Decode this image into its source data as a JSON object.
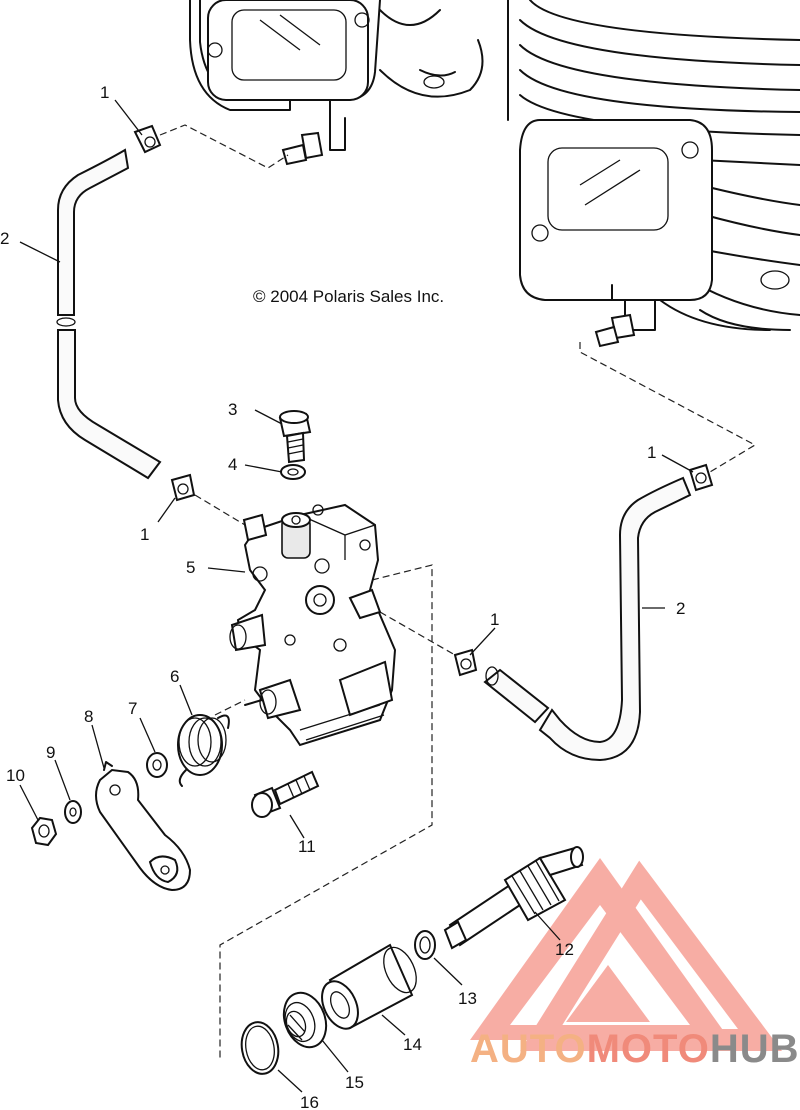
{
  "copyright": "© 2004 Polaris Sales Inc.",
  "watermark": {
    "part1": "AUTO",
    "part2": "MOTO",
    "part3": "HUB",
    "colors": {
      "auto": "#f4b183",
      "moto": "#f08a7a",
      "hub": "#8a8a8a",
      "logo": "#f26b5b"
    }
  },
  "callouts": {
    "c1a": "1",
    "c1b": "1",
    "c1c": "1",
    "c1d": "1",
    "c2a": "2",
    "c2b": "2",
    "c3": "3",
    "c4": "4",
    "c5": "5",
    "c6": "6",
    "c7": "7",
    "c8": "8",
    "c9": "9",
    "c10": "10",
    "c11": "11",
    "c12": "12",
    "c13": "13",
    "c14": "14",
    "c15": "15",
    "c16": "16"
  }
}
